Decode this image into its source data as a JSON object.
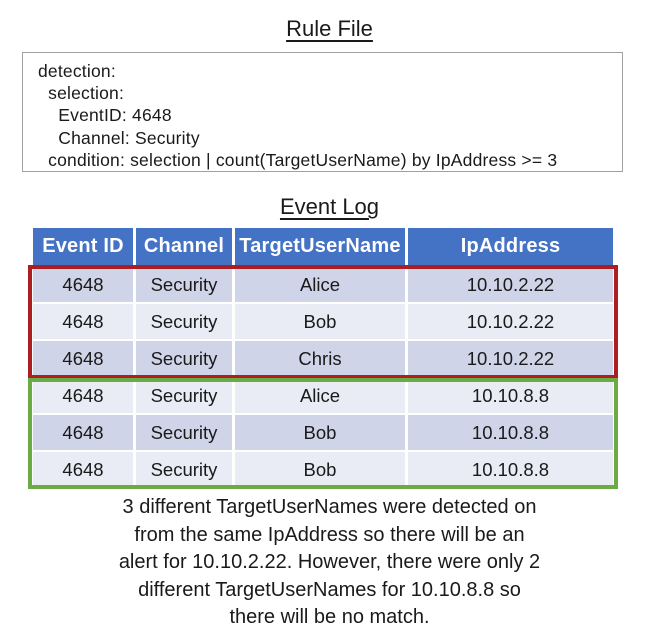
{
  "rule_file": {
    "title": "Rule File",
    "lines": [
      "detection:",
      "  selection:",
      "    EventID: 4648",
      "    Channel: Security",
      "  condition: selection | count(TargetUserName) by IpAddress >= 3"
    ]
  },
  "event_log": {
    "title": "Event Log",
    "columns": [
      "Event ID",
      "Channel",
      "TargetUserName",
      "IpAddress"
    ],
    "rows": [
      [
        "4648",
        "Security",
        "Alice",
        "10.10.2.22"
      ],
      [
        "4648",
        "Security",
        "Bob",
        "10.10.2.22"
      ],
      [
        "4648",
        "Security",
        "Chris",
        "10.10.2.22"
      ],
      [
        "4648",
        "Security",
        "Alice",
        "10.10.8.8"
      ],
      [
        "4648",
        "Security",
        "Bob",
        "10.10.8.8"
      ],
      [
        "4648",
        "Security",
        "Bob",
        "10.10.8.8"
      ]
    ]
  },
  "caption": {
    "lines": [
      "3 different TargetUserNames were detected on",
      "from the same IpAddress so there will be an",
      "alert for 10.10.2.22. However, there were only 2",
      "different TargetUserNames for 10.10.8.8 so",
      "there will be no match."
    ]
  },
  "colors": {
    "header_bg": "#4472C4",
    "header_text": "#FFFFFF",
    "band_dark": "#CFD4E8",
    "band_light": "#E9EBF5",
    "match_border": "#AC1E22",
    "nomatch_border": "#6CAB44",
    "box_border": "#A0A0A0",
    "ink": "#1A1A1A"
  }
}
